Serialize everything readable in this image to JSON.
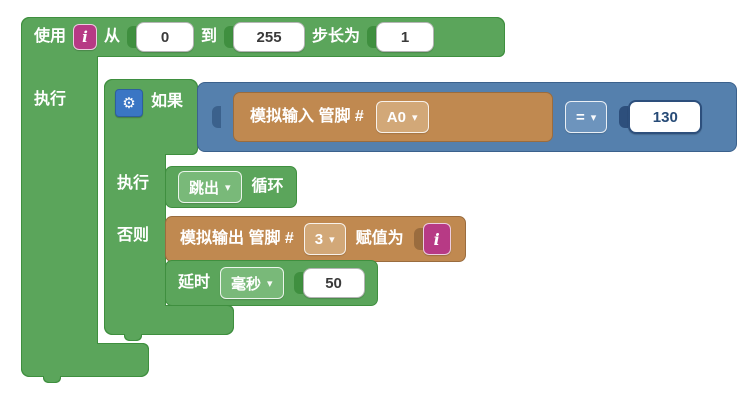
{
  "colors": {
    "block_green": "#5ba55b",
    "block_green_dark": "#3f8f3f",
    "dropdown_green": "#79b979",
    "block_blue": "#5580ad",
    "block_blue_dark": "#3b618c",
    "dropdown_blue": "#6d94bd",
    "block_tan": "#c08950",
    "block_tan_dark": "#9a6c3e",
    "dropdown_tan": "#d2a878",
    "variable_magenta": "#b73a85",
    "value_navy": "#2d4f7c",
    "gear_button_blue": "#3a76c4"
  },
  "icons": {
    "dropdown_arrow": "▾",
    "gear": "⚙"
  },
  "loop_block": {
    "use_label": "使用",
    "var_name": "i",
    "from_label": "从",
    "from_value": "0",
    "to_label": "到",
    "to_value": "255",
    "step_label": "步长为",
    "step_value": "1",
    "do_label": "执行"
  },
  "if_block": {
    "if_label": "如果",
    "do_label": "执行",
    "else_label": "否则"
  },
  "condition": {
    "analog_read_label": "模拟输入 管脚 #",
    "pin_dropdown": "A0",
    "operator": "=",
    "compare_value": "130"
  },
  "break_block": {
    "break_dropdown": "跳出",
    "loop_label": "循环"
  },
  "analog_write_block": {
    "label": "模拟输出 管脚 #",
    "pin_dropdown": "3",
    "assign_label": "赋值为",
    "var_name": "i"
  },
  "delay_block": {
    "label": "延时",
    "unit_dropdown": "毫秒",
    "value": "50"
  }
}
